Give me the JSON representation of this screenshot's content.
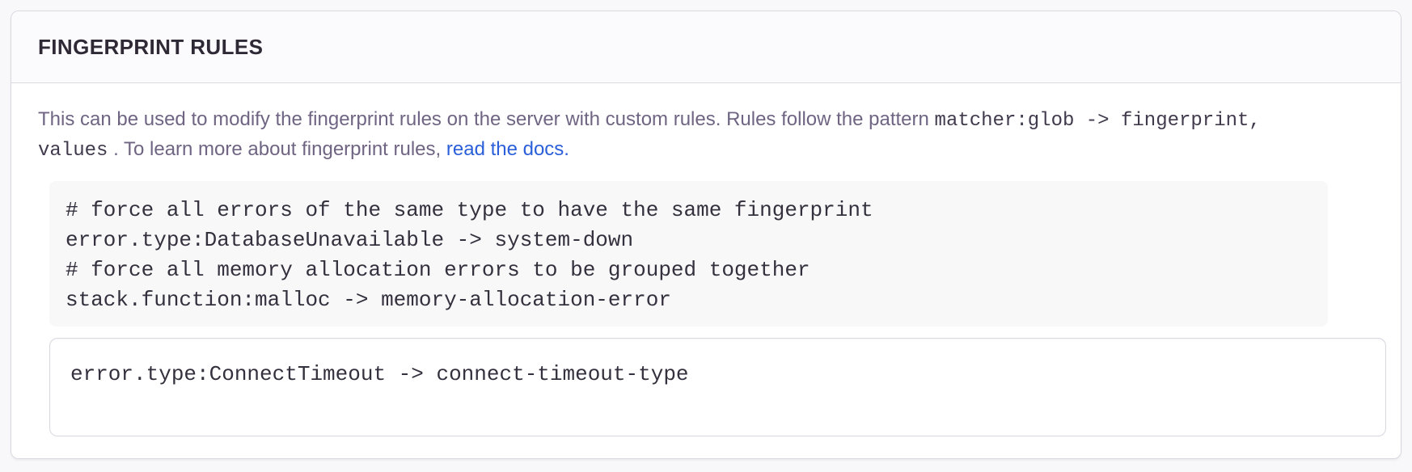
{
  "panel": {
    "title": "FINGERPRINT RULES"
  },
  "description": {
    "line1_text": "This can be used to modify the fingerprint rules on the server with custom rules. Rules follow the pattern",
    "pattern_code_line1": "matcher:glob -> fingerprint,",
    "pattern_code_line2": "values",
    "line2_text": ". To learn more about fingerprint rules,",
    "link_label": "read the docs."
  },
  "example": {
    "lines": [
      "# force all errors of the same type to have the same fingerprint",
      "error.type:DatabaseUnavailable -> system-down",
      "# force all memory allocation errors to be grouped together",
      "stack.function:malloc -> memory-allocation-error"
    ]
  },
  "input": {
    "value": "error.type:ConnectTimeout -> connect-timeout-type"
  },
  "colors": {
    "page_bg": "#f8f8fa",
    "panel_border": "#d9d7e0",
    "header_bg": "#fbfafc",
    "title_text": "#2f2936",
    "body_text": "#6f6583",
    "inline_code_text": "#413a4d",
    "code_block_bg": "#f8f8f9",
    "code_block_text": "#34303d",
    "link": "#2b5fd9"
  }
}
